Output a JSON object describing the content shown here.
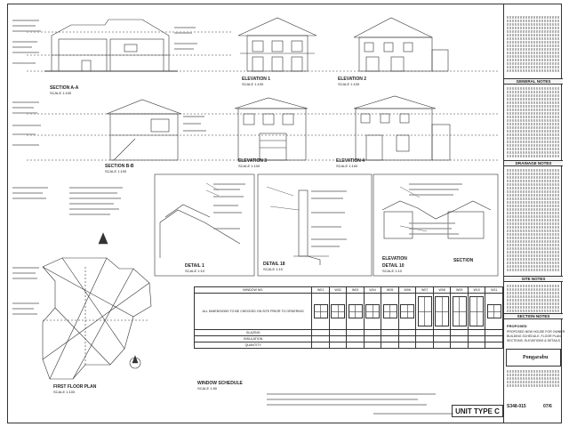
{
  "sheet": {
    "unit_type": "UNIT TYPE C",
    "project_number": "S348-015",
    "sheet_number": "07/6"
  },
  "views": {
    "section_aa": {
      "title": "SECTION A-A",
      "scale": "SCALE 1:100"
    },
    "section_bb": {
      "title": "SECTION B-B",
      "scale": "SCALE 1:100"
    },
    "elevation_1": {
      "title": "ELEVATION 1",
      "scale": "SCALE 1:100"
    },
    "elevation_2": {
      "title": "ELEVATION 2",
      "scale": "SCALE 1:100"
    },
    "elevation_3": {
      "title": "ELEVATION 3",
      "scale": "SCALE 1:100"
    },
    "elevation_4": {
      "title": "ELEVATION 4",
      "scale": "SCALE 1:100"
    },
    "detail_1": {
      "title": "DETAIL 1",
      "scale": "SCALE 1:10"
    },
    "detail_18": {
      "title": "DETAIL 18",
      "scale": "SCALE 1:10"
    },
    "detail_10": {
      "title": "DETAIL 10",
      "scale": "SCALE 1:10"
    },
    "elevation_detail": {
      "title": "ELEVATION"
    },
    "section_detail": {
      "title": "SECTION"
    },
    "first_floor_plan": {
      "title": "FIRST FLOOR PLAN",
      "scale": "SCALE 1:100"
    },
    "window_schedule": {
      "title": "WINDOW SCHEDULE",
      "scale": "SCALE 1:50"
    }
  },
  "schedule": {
    "header_label": "WINDOW NO.",
    "rows": [
      "ALL DIMENSIONS TO BE CHECKED ON SITE PRIOR TO ORDERING",
      "GLAZING",
      "INSULATION",
      "QUANTITY"
    ],
    "columns": [
      "W01",
      "W02",
      "W03",
      "W04",
      "W05",
      "W06",
      "W07",
      "W08",
      "W09",
      "W10",
      "W11"
    ]
  },
  "title_block": {
    "sections": [
      "GENERAL NOTES",
      "DRAINAGE NOTES",
      "SITE NOTES",
      "SECTION NOTES"
    ],
    "project_heading": "PROPOSED",
    "project_lines": [
      "PROPOSED NEW HOUSE FOR OWNER",
      "BUILDING SCHEDULE, FLOOR PLAN,",
      "SECTIONS, ELEVATIONS & DETAILS"
    ],
    "firm_name": "Pongarabu"
  }
}
